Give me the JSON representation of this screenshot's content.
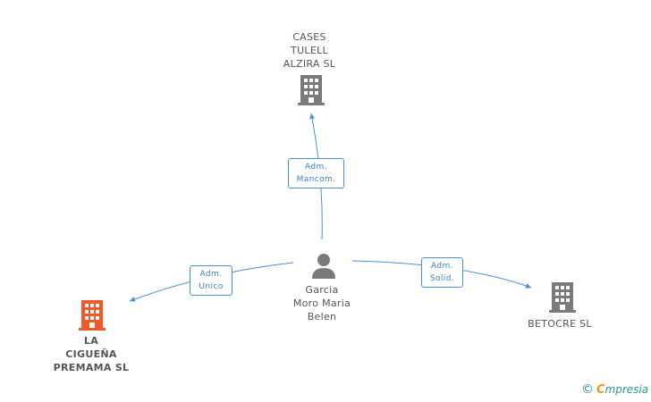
{
  "nodes": {
    "top": {
      "lines": [
        "CASES",
        "TULELL",
        "ALZIRA SL"
      ],
      "color": "#7a7a7a",
      "icon": "building-icon"
    },
    "left": {
      "lines": [
        "LA",
        "CIGUEÑA",
        "PREMAMA SL"
      ],
      "color": "#f05a28",
      "icon": "building-icon"
    },
    "right": {
      "lines": [
        "BETOCRE SL"
      ],
      "color": "#7a7a7a",
      "icon": "building-icon"
    },
    "center": {
      "lines": [
        "Garcia",
        "Moro Maria",
        "Belen"
      ],
      "color": "#7a7a7a",
      "icon": "person-icon"
    }
  },
  "relations": {
    "top": [
      "Adm.",
      "Mancom."
    ],
    "left": [
      "Adm.",
      "Unico"
    ],
    "right": [
      "Adm.",
      "Solid."
    ]
  },
  "colors": {
    "edge": "#4a90d9",
    "building": "#7a7a7a",
    "highlight": "#f05a28"
  },
  "brand": {
    "copyright": "©",
    "initial": "C",
    "name": "mpresia"
  }
}
